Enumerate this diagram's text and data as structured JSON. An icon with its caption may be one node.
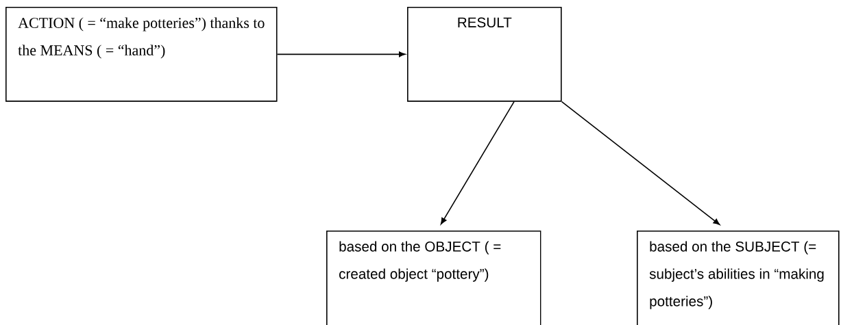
{
  "diagram": {
    "nodes": [
      {
        "text": [
          "ACTION ( = “make potteries”) thanks to the MEANS ( = “hand”)"
        ]
      },
      {
        "text": [
          "RESULT"
        ]
      },
      {
        "text": [
          "based on the OBJECT ( = created object “pottery”)"
        ]
      },
      {
        "text": [
          "based on the SUBJECT (= subject’s abilities in “making potteries”)"
        ]
      }
    ],
    "edges": [
      {
        "from": 0,
        "to": 1,
        "arrow": "to"
      },
      {
        "from": 1,
        "to": 2,
        "arrow": "to"
      },
      {
        "from": 1,
        "to": 3,
        "arrow": "to"
      }
    ]
  }
}
